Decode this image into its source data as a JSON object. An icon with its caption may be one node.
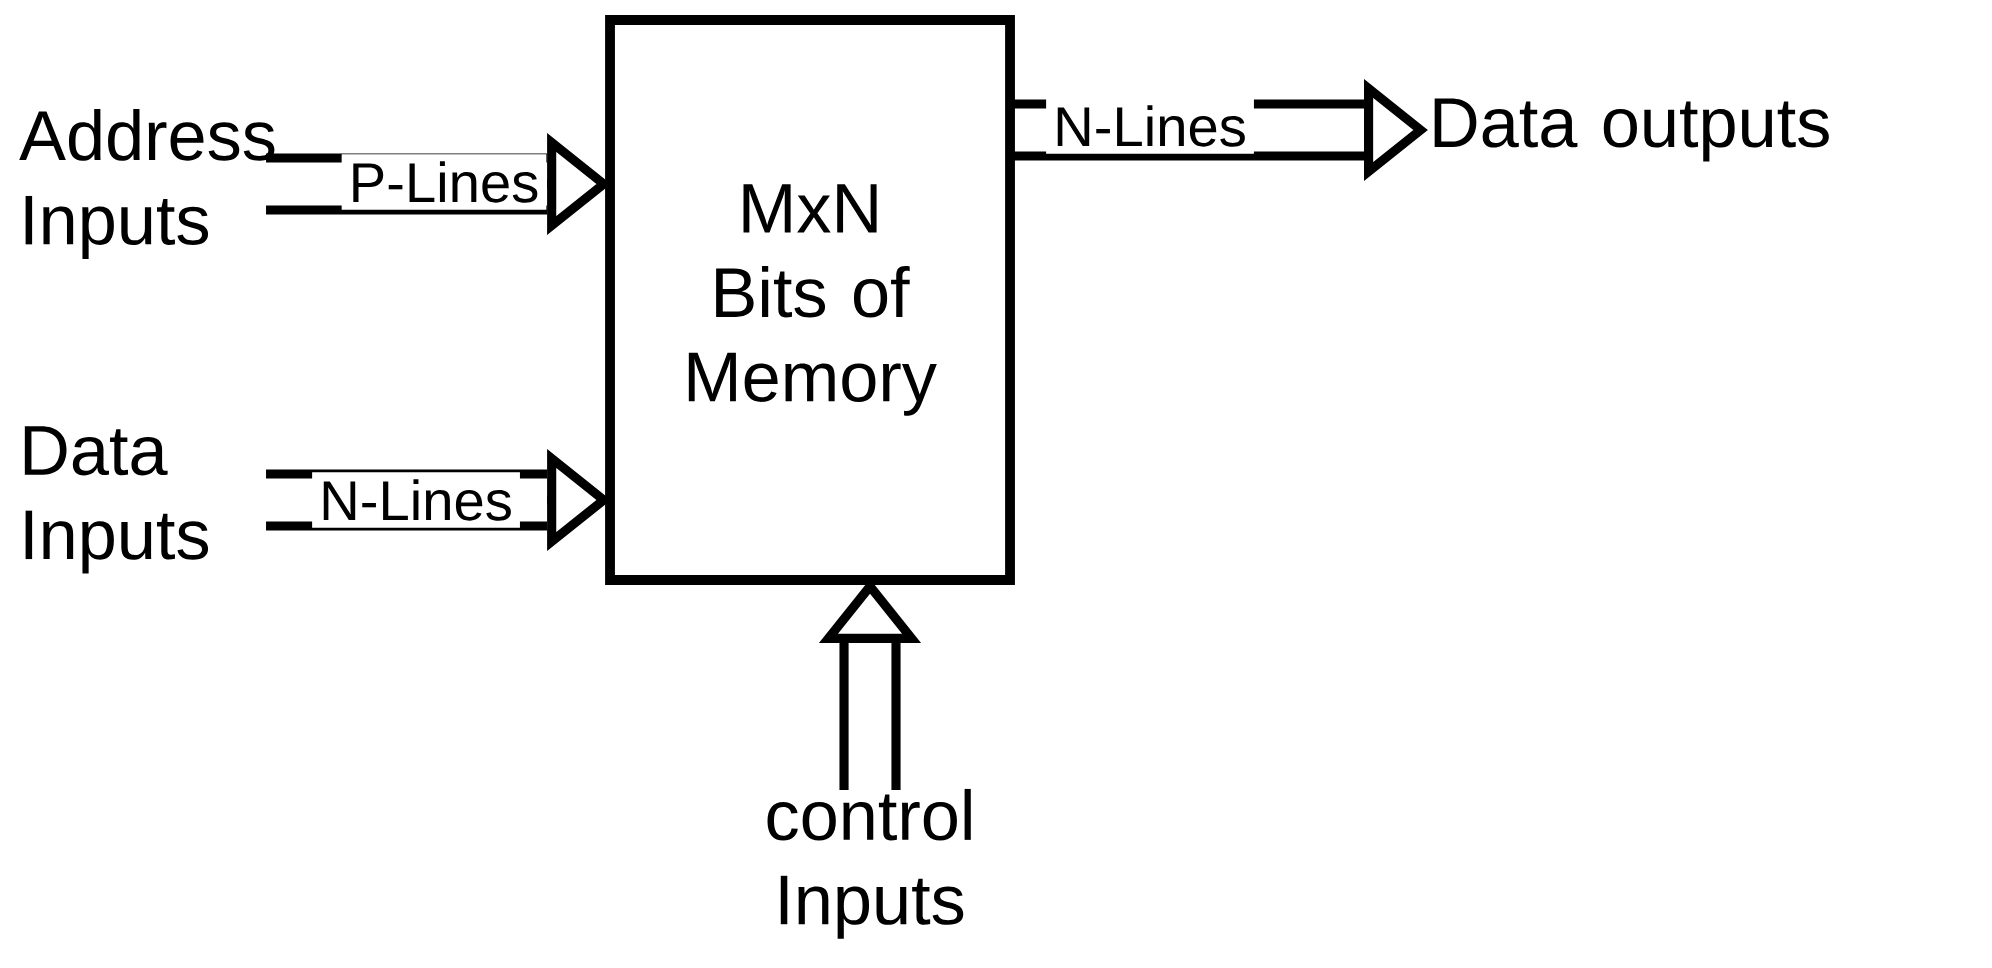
{
  "diagram": {
    "nodes": [
      {
        "text": [
          "MxN Bits of Memory"
        ]
      },
      {
        "text": [
          "Address Inputs"
        ]
      },
      {
        "text": [
          "Data Inputs"
        ]
      },
      {
        "text": [
          "Data outputs"
        ]
      },
      {
        "text": [
          "control Inputs"
        ]
      }
    ],
    "edges": [
      {
        "from": 1,
        "to": 0,
        "arrow": "to",
        "label": "P-Lines"
      },
      {
        "from": 2,
        "to": 0,
        "arrow": "to",
        "label": "N-Lines"
      },
      {
        "from": 0,
        "to": 3,
        "arrow": "to",
        "label": "N-Lines"
      },
      {
        "from": 4,
        "to": 0,
        "arrow": "to"
      }
    ]
  }
}
